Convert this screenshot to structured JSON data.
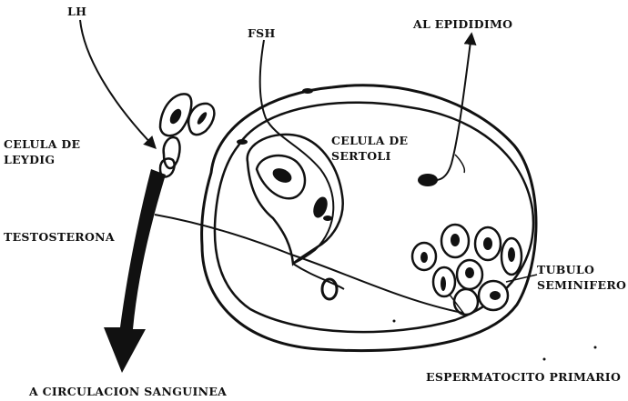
{
  "labels": {
    "lh": "LH",
    "fsh": "FSH",
    "al_epididimo": "AL EPIDIDIMO",
    "celula_leydig": [
      "CELULA DE",
      "LEYDIG"
    ],
    "celula_sertoli": [
      "CELULA DE",
      "SERTOLI"
    ],
    "testosterona": "TESTOSTERONA",
    "tubulo_seminifero": [
      "TUBULO",
      "SEMINIFERO"
    ],
    "espermatocito_primario": "ESPERMATOCITO PRIMARIO",
    "a_circulacion_sanguinea": "A CIRCULACION SANGUINEA"
  },
  "colors": {
    "ink": "#111111",
    "background": "#ffffff"
  }
}
